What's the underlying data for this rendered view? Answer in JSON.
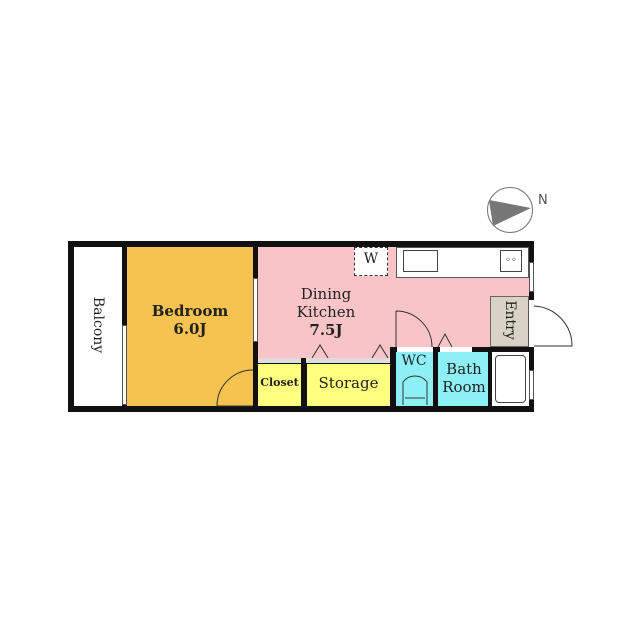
{
  "compass": {
    "label": "N"
  },
  "rooms": {
    "balcony": {
      "label": "Balcony",
      "color": "#ffffff"
    },
    "bedroom": {
      "label": "Bedroom",
      "size": "6.0J",
      "color": "#f6c250"
    },
    "dining_kitchen": {
      "label_line1": "Dining",
      "label_line2": "Kitchen",
      "size": "7.5J",
      "color": "#f9c4c7"
    },
    "closet": {
      "label": "Closet",
      "color": "#ffff80"
    },
    "storage": {
      "label": "Storage",
      "color": "#ffff80"
    },
    "wc": {
      "label": "WC",
      "color": "#8ef0f5"
    },
    "bath": {
      "label_line1": "Bath",
      "label_line2": "Room",
      "color": "#8ef0f5"
    },
    "entry": {
      "label": "Entry",
      "color": "#d8d3c4"
    },
    "washer": {
      "label": "W"
    }
  }
}
